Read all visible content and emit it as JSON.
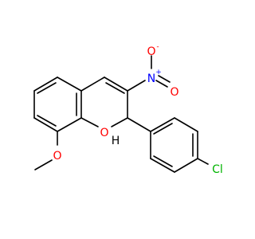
{
  "molecule": {
    "atoms": {
      "nitro_n": {
        "symbol": "N",
        "charge": "+",
        "color": "#0000ff"
      },
      "nitro_o_minus": {
        "symbol": "O",
        "charge": "-",
        "color": "#ff0000"
      },
      "nitro_o_double": {
        "symbol": "O",
        "color": "#ff0000"
      },
      "ring_o": {
        "symbol": "O",
        "color": "#ff0000"
      },
      "methoxy_o": {
        "symbol": "O",
        "color": "#ff0000"
      },
      "c2_h": {
        "symbol": "H",
        "color": "#000000"
      },
      "chlorine": {
        "symbol": "Cl",
        "color": "#00b400"
      }
    }
  }
}
